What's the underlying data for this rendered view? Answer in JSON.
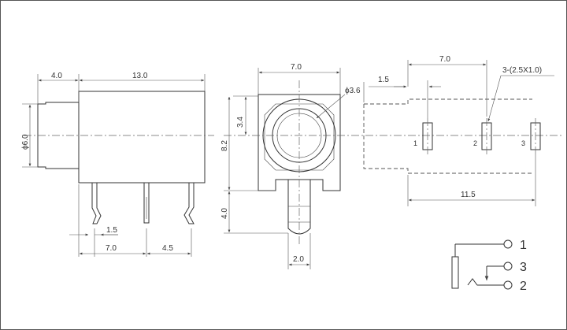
{
  "side_view": {
    "dim_nose_length": "4.0",
    "dim_body_length": "13.0",
    "dim_nose_diameter": "ϕ6.0",
    "dim_pin_offset": "1.5",
    "dim_pin_pitch_left": "7.0",
    "dim_pin_pitch_right": "4.5"
  },
  "front_view": {
    "dim_width": "7.0",
    "dim_hole_diameter": "ϕ3.6",
    "dim_center_height": "3.4",
    "dim_body_height": "8.2",
    "dim_tab_length": "4.0",
    "dim_tab_width": "2.0"
  },
  "footprint_view": {
    "dim_outline_offset": "1.5",
    "dim_hole_pitch": "7.0",
    "dim_slot_size": "3-(2.5X1.0)",
    "dim_total_length": "11.5",
    "pin_labels": [
      "1",
      "2",
      "3"
    ]
  },
  "schematic": {
    "pin_labels": [
      "1",
      "3",
      "2"
    ]
  }
}
